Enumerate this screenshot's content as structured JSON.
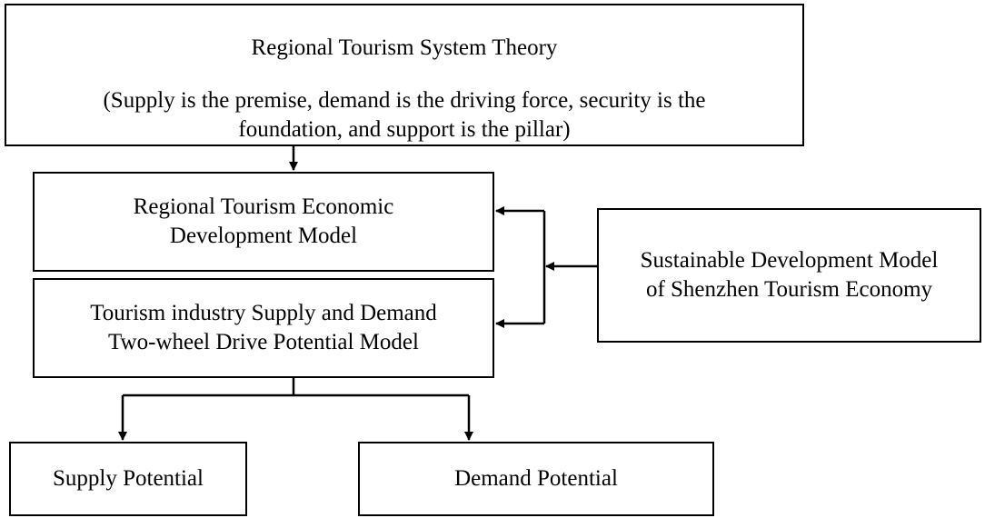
{
  "diagram": {
    "theory": {
      "title": "Regional Tourism System Theory",
      "subtitle_line1": "(Supply is the premise, demand is the driving force, security is the",
      "subtitle_line2": "foundation, and support is the pillar)"
    },
    "economic_model": {
      "line1": "Regional Tourism Economic",
      "line2": "Development Model"
    },
    "drive_model": {
      "line1": "Tourism industry Supply and Demand",
      "line2": "Two-wheel Drive Potential Model"
    },
    "shenzhen_model": {
      "line1": "Sustainable Development Model",
      "line2": "of Shenzhen Tourism Economy"
    },
    "supply": {
      "label": "Supply Potential"
    },
    "demand": {
      "label": "Demand Potential"
    }
  }
}
